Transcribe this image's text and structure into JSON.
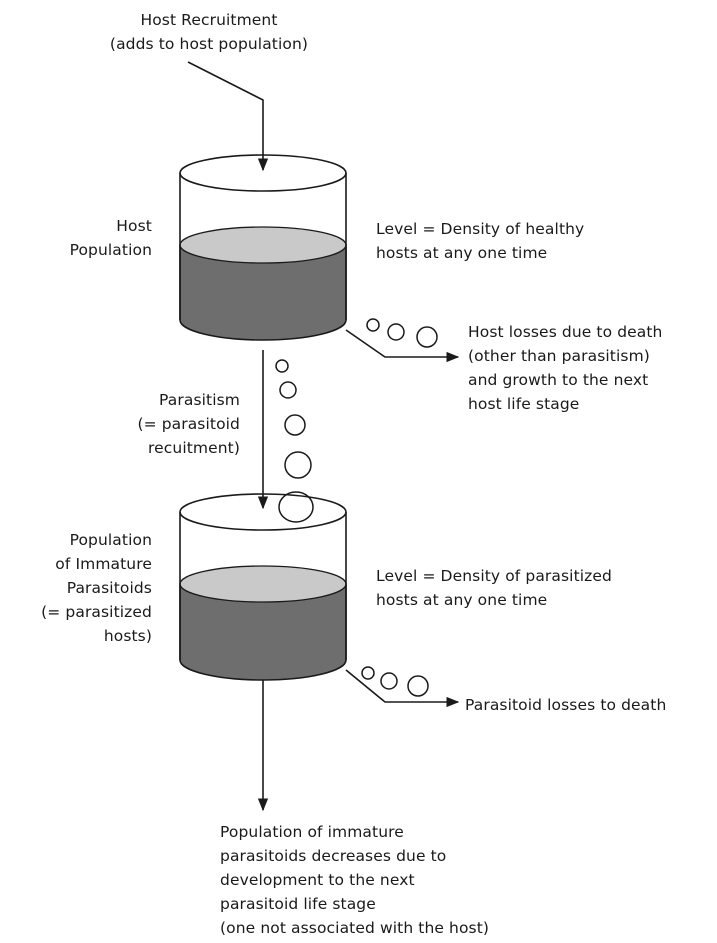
{
  "labels": {
    "host_recruitment": "Host Recruitment\n(adds to host population)",
    "host_population": "Host\nPopulation",
    "host_level": "Level = Density of healthy\nhosts at any one time",
    "host_losses": "Host losses due to death\n(other than parasitism)\nand growth to the next\nhost life stage",
    "parasitism": "Parasitism\n(= parasitoid\nrecuitment)",
    "parasitoid_population": "Population\nof Immature\nParasitoids\n(= parasitized\nhosts)",
    "parasitoid_level": "Level = Density of parasitized\nhosts at any one time",
    "parasitoid_losses": "Parasitoid losses to death",
    "development": "Population of immature\nparasitoids decreases due to\ndevelopment to the next\nparasitoid life stage\n(one not associated with the host)"
  },
  "colors": {
    "liquid_top": "#c9c9c9",
    "liquid_body": "#6e6e6e",
    "stroke": "#1a1a1a"
  }
}
